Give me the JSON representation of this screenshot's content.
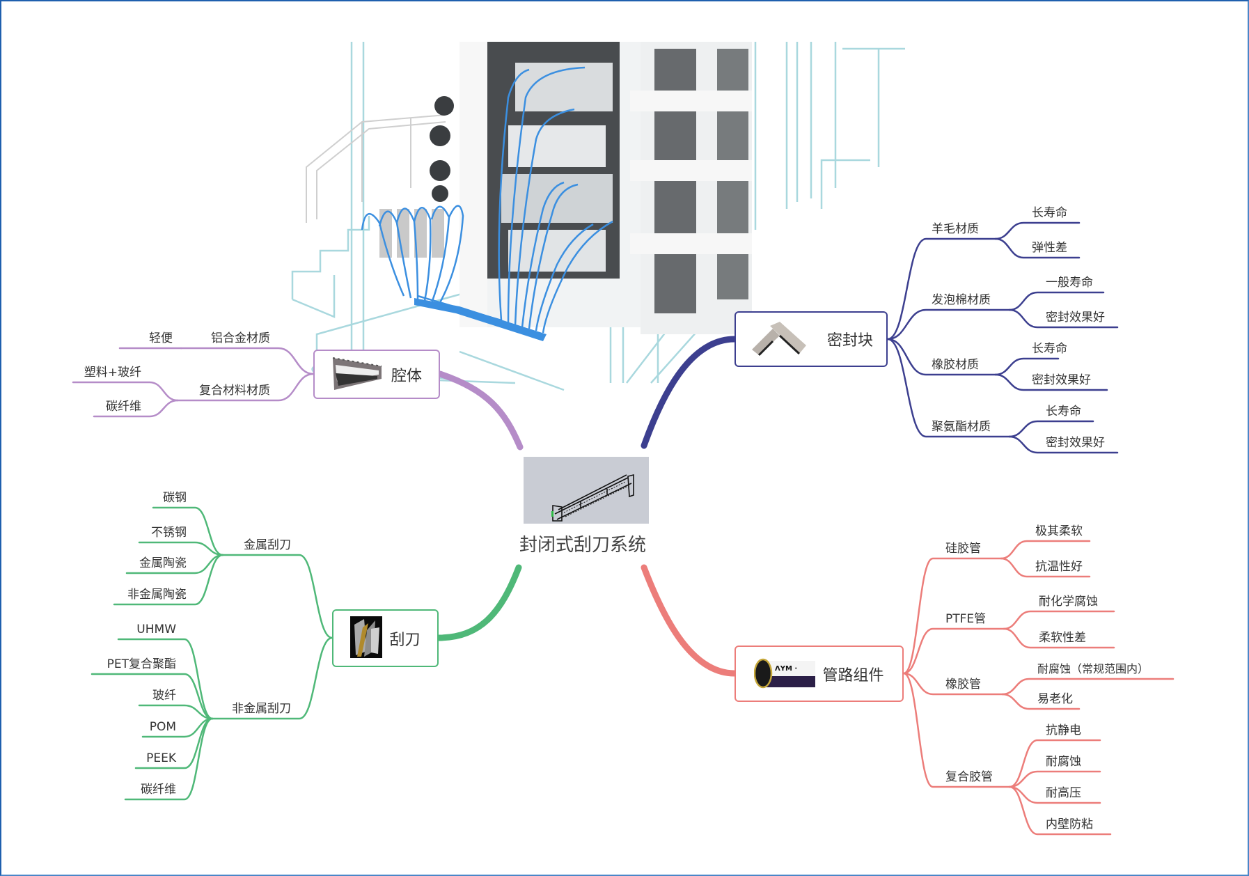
{
  "root": {
    "label": "封闭式刮刀系统",
    "image": "doctor-blade-chamber-drawing"
  },
  "background_image": "printing-press-illustration",
  "colors": {
    "frame": "#1f5fae",
    "cavity": "#b58cc8",
    "seal": "#3c3f8f",
    "blade": "#4fb878",
    "piping": "#ec7d7a",
    "press_lines": "#a9d8de",
    "hose_blue": "#3b8fe0"
  },
  "branches": {
    "cavity": {
      "label": "腔体",
      "icon": "cavity-icon",
      "children": [
        {
          "label": "铝合金材质",
          "children": [
            "轻便"
          ]
        },
        {
          "label": "复合材料材质",
          "children": [
            "塑料+玻纤",
            "碳纤维"
          ]
        }
      ]
    },
    "seal": {
      "label": "密封块",
      "icon": "seal-block-icon",
      "children": [
        {
          "label": "羊毛材质",
          "children": [
            "长寿命",
            "弹性差"
          ]
        },
        {
          "label": "发泡棉材质",
          "children": [
            "一般寿命",
            "密封效果好"
          ]
        },
        {
          "label": "橡胶材质",
          "children": [
            "长寿命",
            "密封效果好"
          ]
        },
        {
          "label": "聚氨酯材质",
          "children": [
            "长寿命",
            "密封效果好"
          ]
        }
      ]
    },
    "blade": {
      "label": "刮刀",
      "icon": "blade-icon",
      "children": [
        {
          "label": "金属刮刀",
          "children": [
            "碳钢",
            "不锈钢",
            "金属陶瓷",
            "非金属陶瓷"
          ]
        },
        {
          "label": "非金属刮刀",
          "children": [
            "UHMW",
            "PET复合聚酯",
            "玻纤",
            "POM",
            "PEEK",
            "碳纤维"
          ]
        }
      ]
    },
    "piping": {
      "label": "管路组件",
      "icon": "hose-icon",
      "children": [
        {
          "label": "硅胶管",
          "children": [
            "极其柔软",
            "抗温性好"
          ]
        },
        {
          "label": "PTFE管",
          "children": [
            "耐化学腐蚀",
            "柔软性差"
          ]
        },
        {
          "label": "橡胶管",
          "children": [
            "耐腐蚀（常规范围内）",
            "易老化"
          ]
        },
        {
          "label": "复合胶管",
          "children": [
            "抗静电",
            "耐腐蚀",
            "耐高压",
            "内壁防粘"
          ]
        }
      ]
    }
  }
}
